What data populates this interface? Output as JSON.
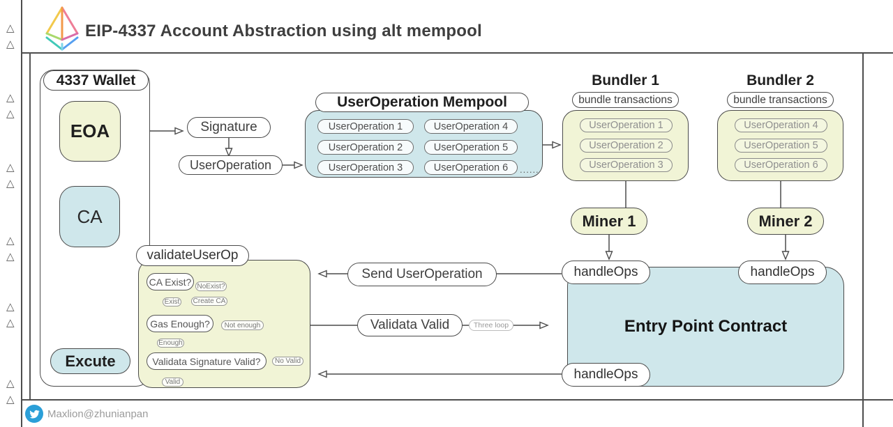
{
  "header": {
    "title": "EIP-4337 Account Abstraction using alt mempool"
  },
  "footer": {
    "credit": "Maxlion@zhunianpan"
  },
  "decor": {
    "triangle": "△"
  },
  "wallet": {
    "label": "4337 Wallet",
    "eoa": "EOA",
    "ca": "CA",
    "excute": "Excute"
  },
  "flow": {
    "signature": "Signature",
    "user_operation": "UserOperation"
  },
  "mempool": {
    "title": "UserOperation Mempool",
    "items": [
      "UserOperation 1",
      "UserOperation 2",
      "UserOperation 3",
      "UserOperation 4",
      "UserOperation 5",
      "UserOperation 6"
    ],
    "more": "......"
  },
  "bundlers": [
    {
      "title": "Bundler 1",
      "subtitle": "bundle transactions",
      "items": [
        "UserOperation 1",
        "UserOperation 2",
        "UserOperation 3"
      ]
    },
    {
      "title": "Bundler 2",
      "subtitle": "bundle transactions",
      "items": [
        "UserOperation 4",
        "UserOperation 5",
        "UserOperation 6"
      ]
    }
  ],
  "miners": [
    "Miner 1",
    "Miner 2"
  ],
  "entry_point": {
    "title": "Entry Point Contract",
    "handle_ops": "handleOps"
  },
  "validate": {
    "title": "validateUserOp",
    "ca_exist": "CA Exist?",
    "no_exist": "NoExist?",
    "exist": "Exist",
    "create_ca": "Create CA",
    "gas_enough": "Gas Enough?",
    "not_enough": "Not enough",
    "enough": "Enough",
    "sig_valid": "Validata Signature Valid?",
    "no_valid": "No Valid",
    "valid": "Valid"
  },
  "connectors": {
    "send": "Send UserOperation",
    "validata_valid": "Validata Valid",
    "three_loop": "Three loop"
  },
  "colors": {
    "node_yellow": "#f1f4d6",
    "node_blue": "#cfe7eb",
    "line": "#4a4a4a",
    "twitter_blue": "#2b9fd8"
  }
}
